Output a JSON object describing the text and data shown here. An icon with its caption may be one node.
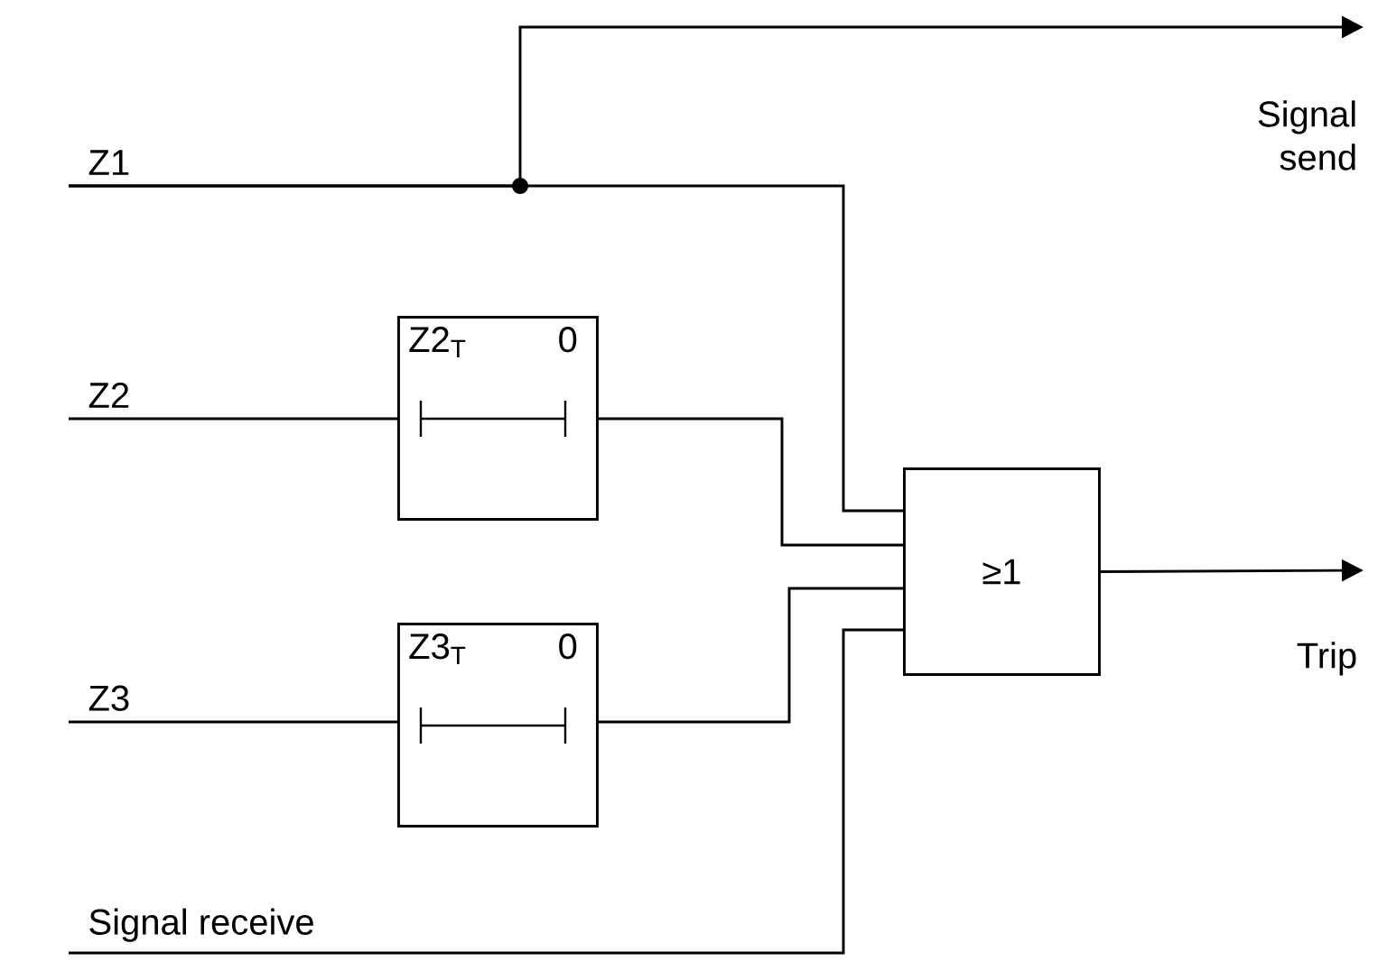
{
  "diagram": {
    "nodes": [
      {
        "text": [
          "Z1"
        ]
      },
      {
        "text": [
          "Z2"
        ]
      },
      {
        "text": [
          "Z3"
        ]
      },
      {
        "text": [
          "Signal receive"
        ]
      },
      {
        "text": [
          "Z2$_{T}$",
          "0"
        ]
      },
      {
        "text": [
          "Z3$_{T}$",
          "0"
        ]
      },
      {
        "text": [
          "≥1"
        ]
      },
      {
        "text": [
          "Signal send"
        ]
      },
      {
        "text": [
          "Trip"
        ]
      }
    ],
    "edges": [
      {
        "from": 0,
        "to": 6,
        "arrow": "none"
      },
      {
        "from": 0,
        "to": 7,
        "arrow": "to"
      },
      {
        "from": 1,
        "to": 4,
        "arrow": "none"
      },
      {
        "from": 2,
        "to": 5,
        "arrow": "none"
      },
      {
        "from": 4,
        "to": 6,
        "arrow": "none"
      },
      {
        "from": 5,
        "to": 6,
        "arrow": "none"
      },
      {
        "from": 3,
        "to": 6,
        "arrow": "none"
      },
      {
        "from": 6,
        "to": 8,
        "arrow": "to"
      }
    ]
  }
}
